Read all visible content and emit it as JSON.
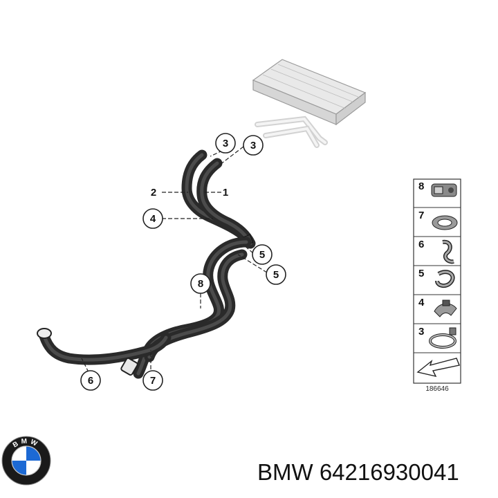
{
  "diagram": {
    "callouts": [
      "3",
      "3",
      "2",
      "1",
      "4",
      "5",
      "5",
      "8",
      "6",
      "7"
    ],
    "legend": [
      "8",
      "7",
      "6",
      "5",
      "4",
      "3"
    ],
    "reference_number": "186646"
  },
  "logo": {
    "letters": "BMW",
    "colors": {
      "blue": "#1c69d4",
      "ring": "#111111"
    }
  },
  "caption": {
    "part_number": "BMW 64216930041"
  },
  "colors": {
    "hose": "#2a2a2a",
    "radiator": "#e4e4e4",
    "outline": "#555555"
  }
}
